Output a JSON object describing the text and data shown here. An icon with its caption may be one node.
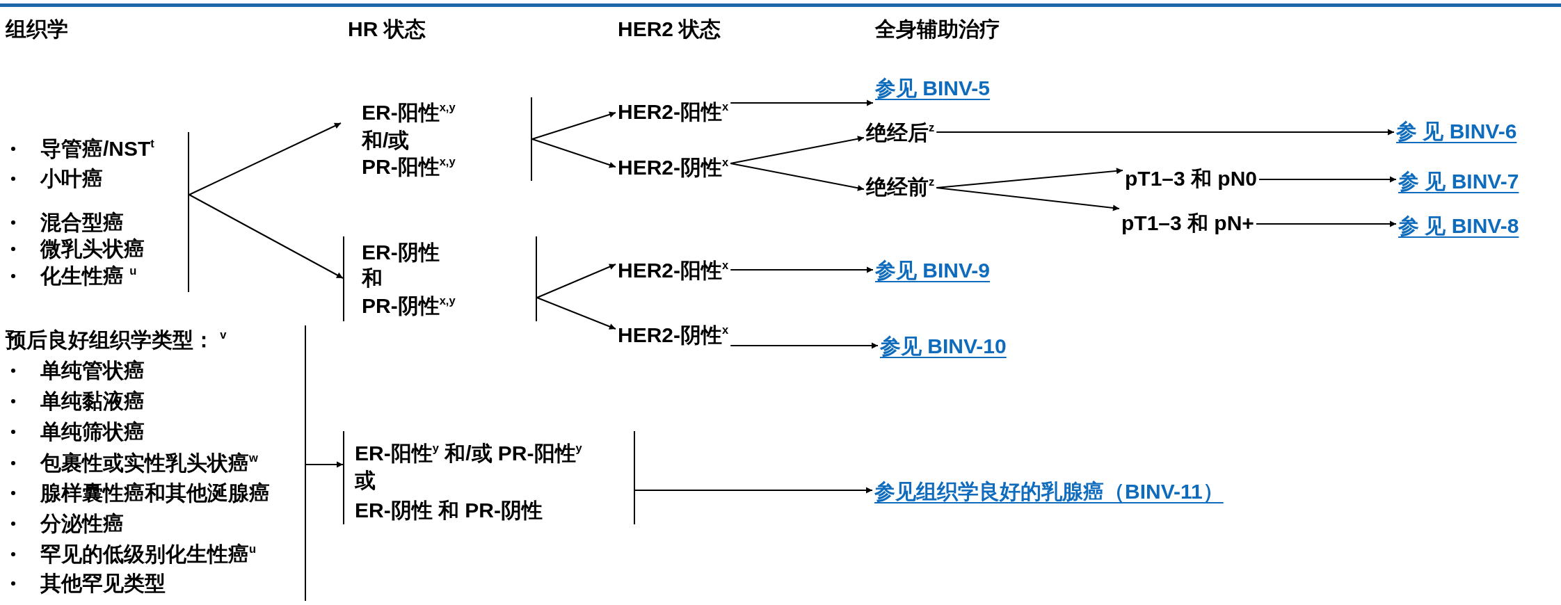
{
  "diagram": {
    "nodes": [
      {
        "text": [
          "导管癌/NST$^{t}$",
          "小叶癌",
          "混合型癌",
          "微乳头状癌",
          "化生性癌 $^{u}$"
        ]
      },
      {
        "text": [
          "ER-阳性$^{x,y}$",
          "和/或",
          "PR-阳性$^{x,y}$"
        ]
      },
      {
        "text": [
          "ER-阴性",
          "和",
          "PR-阴性$^{x,y}$"
        ]
      },
      {
        "text": [
          "预后良好组织学类型： $^{v}$",
          "单纯管状癌",
          "单纯黏液癌",
          "单纯筛状癌",
          "包裹性或实性乳头状癌$^{w}$",
          "腺样囊性癌和其他涎腺癌",
          "分泌性癌",
          "罕见的低级别化生性癌$^{u}$",
          "其他罕见类型"
        ]
      },
      {
        "text": [
          "ER-阳性$^{y}$ 和/或 PR-阳性$^{y}$",
          "或",
          "ER-阴性 和 PR-阴性"
        ]
      },
      {
        "text": [
          "HER2-阳性$^{x}$"
        ]
      },
      {
        "text": [
          "HER2-阴性$^{x}$"
        ]
      },
      {
        "text": [
          "HER2-阳性$^{x}$"
        ]
      },
      {
        "text": [
          "HER2-阴性$^{x}$"
        ]
      },
      {
        "text": [
          "参见 BINV-5"
        ]
      },
      {
        "text": [
          "绝经后$^{z}$"
        ]
      },
      {
        "text": [
          "绝经前$^{z}$"
        ]
      },
      {
        "text": [
          "参 见 BINV-6"
        ]
      },
      {
        "text": [
          "pT1–3 和 pN0"
        ]
      },
      {
        "text": [
          "pT1–3 和 pN+"
        ]
      },
      {
        "text": [
          "参 见 BINV-7"
        ]
      },
      {
        "text": [
          "参 见 BINV-8"
        ]
      },
      {
        "text": [
          "参见 BINV-9"
        ]
      },
      {
        "text": [
          "参见 BINV-10"
        ]
      },
      {
        "text": [
          "参见组织学良好的乳腺癌（BINV-11）"
        ]
      }
    ],
    "edges": [
      {
        "from": 0,
        "to": 1,
        "arrow": "to"
      },
      {
        "from": 0,
        "to": 2,
        "arrow": "to"
      },
      {
        "from": 1,
        "to": 5,
        "arrow": "to"
      },
      {
        "from": 1,
        "to": 6,
        "arrow": "to"
      },
      {
        "from": 2,
        "to": 7,
        "arrow": "to"
      },
      {
        "from": 2,
        "to": 8,
        "arrow": "to"
      },
      {
        "from": 5,
        "to": 9,
        "arrow": "to"
      },
      {
        "from": 6,
        "to": 10,
        "arrow": "to"
      },
      {
        "from": 6,
        "to": 11,
        "arrow": "to"
      },
      {
        "from": 10,
        "to": 12,
        "arrow": "to"
      },
      {
        "from": 11,
        "to": 13,
        "arrow": "to"
      },
      {
        "from": 11,
        "to": 14,
        "arrow": "to"
      },
      {
        "from": 13,
        "to": 15,
        "arrow": "to"
      },
      {
        "from": 14,
        "to": 16,
        "arrow": "to"
      },
      {
        "from": 7,
        "to": 17,
        "arrow": "to"
      },
      {
        "from": 8,
        "to": 18,
        "arrow": "to"
      },
      {
        "from": 3,
        "to": 4,
        "arrow": "to"
      },
      {
        "from": 4,
        "to": 19,
        "arrow": "to"
      }
    ],
    "labels": [
      "组织学",
      "HR 状态",
      "HER2 状态",
      "全身辅助治疗"
    ]
  }
}
